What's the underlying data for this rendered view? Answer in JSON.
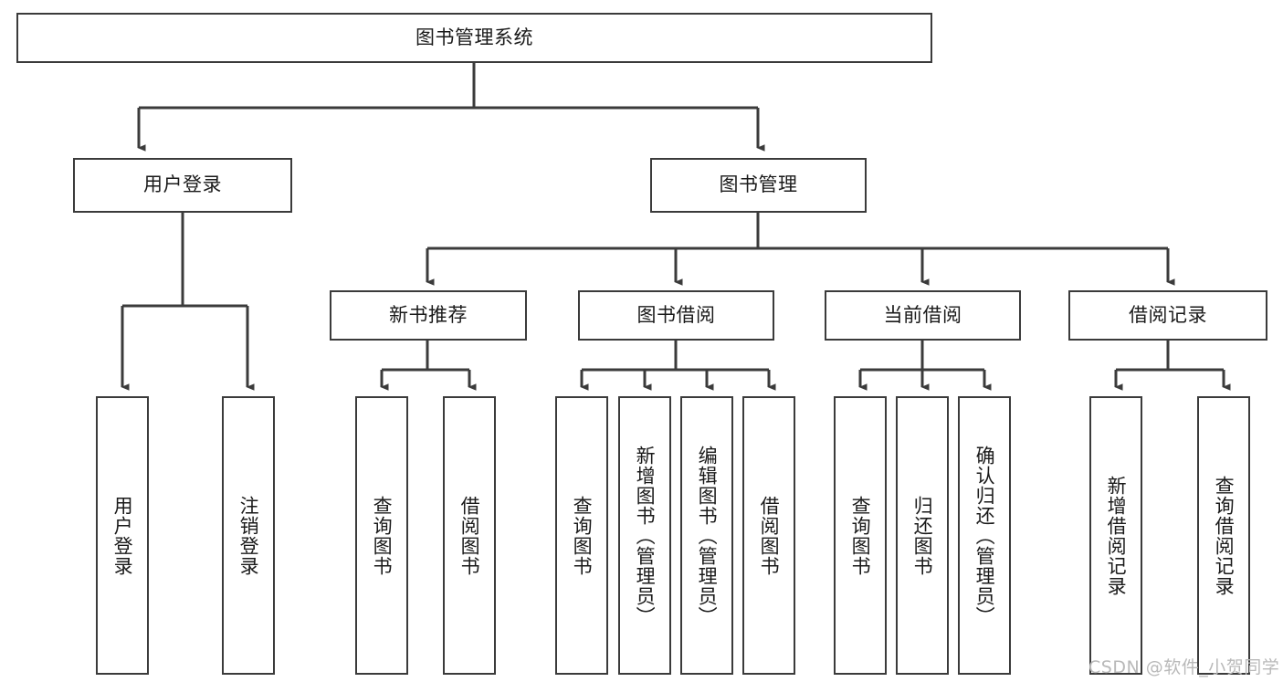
{
  "diagram": {
    "title": "图书管理系统",
    "watermark": "CSDN @软件_小贺同学",
    "colors": {
      "stroke": "#3b3b3b",
      "background": "#ffffff",
      "text": "#1a1a1a",
      "watermark": "#b9b9b9"
    },
    "root": {
      "label": "图书管理系统"
    },
    "level2": [
      {
        "label": "用户登录"
      },
      {
        "label": "图书管理"
      }
    ],
    "level3": [
      {
        "label": "新书推荐"
      },
      {
        "label": "图书借阅"
      },
      {
        "label": "当前借阅"
      },
      {
        "label": "借阅记录"
      }
    ],
    "leaves": [
      {
        "label": "用户登录",
        "parent": "用户登录"
      },
      {
        "label": "注销登录",
        "parent": "用户登录"
      },
      {
        "label": "查询图书",
        "parent": "新书推荐"
      },
      {
        "label": "借阅图书",
        "parent": "新书推荐"
      },
      {
        "label": "查询图书",
        "parent": "图书借阅"
      },
      {
        "label": "新增图书（管理员）",
        "parent": "图书借阅"
      },
      {
        "label": "编辑图书（管理员）",
        "parent": "图书借阅"
      },
      {
        "label": "借阅图书",
        "parent": "图书借阅"
      },
      {
        "label": "查询图书",
        "parent": "当前借阅"
      },
      {
        "label": "归还图书",
        "parent": "当前借阅"
      },
      {
        "label": "确认归还（管理员）",
        "parent": "当前借阅"
      },
      {
        "label": "新增借阅记录",
        "parent": "借阅记录"
      },
      {
        "label": "查询借阅记录",
        "parent": "借阅记录"
      }
    ]
  }
}
